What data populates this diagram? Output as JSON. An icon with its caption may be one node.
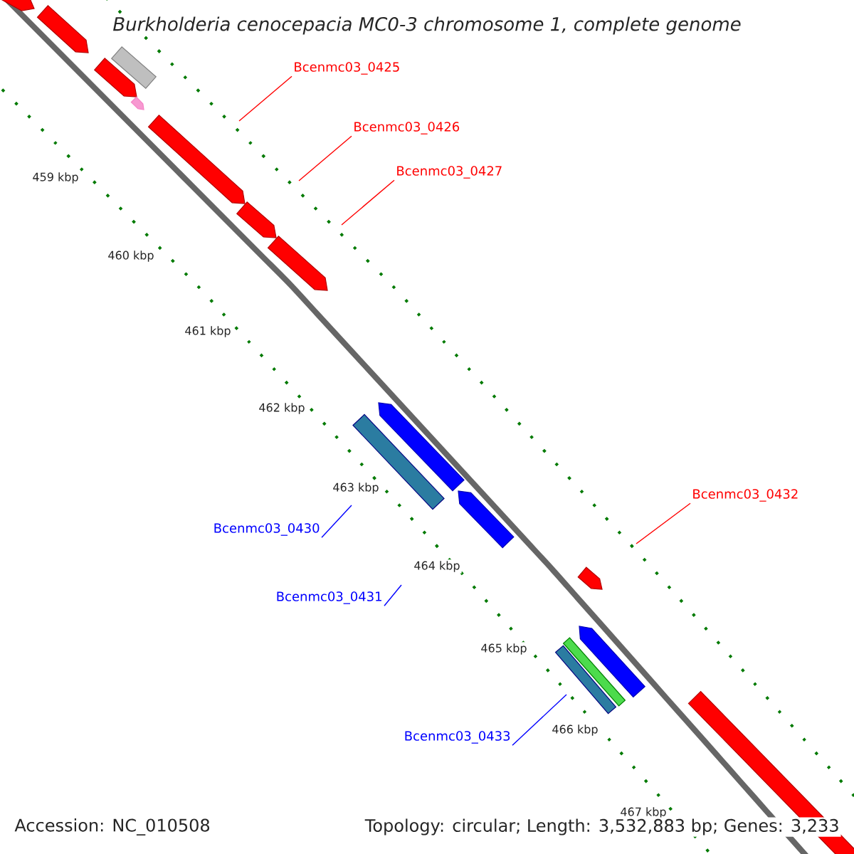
{
  "diagram": {
    "title": "*Burkholderia cenocepacia* MC0-3 chromosome 1, complete genome",
    "nodes": [
      {
        "text": [
          "Bcenmc03_0425"
        ]
      },
      {
        "text": [
          "Bcenmc03_0426"
        ]
      },
      {
        "text": [
          "Bcenmc03_0427"
        ]
      },
      {
        "text": [
          "Bcenmc03_0430"
        ]
      },
      {
        "text": [
          "Bcenmc03_0432"
        ]
      },
      {
        "text": [
          "Bcenmc03_0431"
        ]
      },
      {
        "text": [
          "Bcenmc03_0433"
        ]
      }
    ],
    "edges": [
      {
        "from": 0,
        "to": null,
        "arrow": "none"
      },
      {
        "from": 1,
        "to": null,
        "arrow": "none"
      },
      {
        "from": 2,
        "to": null,
        "arrow": "none"
      },
      {
        "from": 3,
        "to": null,
        "arrow": "none",
        "color": "#0000ff"
      },
      {
        "from": 4,
        "to": null,
        "arrow": "none"
      },
      {
        "from": 5,
        "to": null,
        "arrow": "none",
        "color": "#0000ff"
      },
      {
        "from": 6,
        "to": null,
        "arrow": "none",
        "color": "#0000ff"
      }
    ],
    "labels": [
      "459 kbp",
      "460 kbp",
      "461 kbp",
      "462 kbp",
      "463 kbp",
      "464 kbp",
      "465 kbp",
      "466 kbp",
      "467 kbp",
      "Accession: NC_010508",
      "Topology: circular; Length: 3,532,883 bp; Genes: 3,233"
    ]
  }
}
